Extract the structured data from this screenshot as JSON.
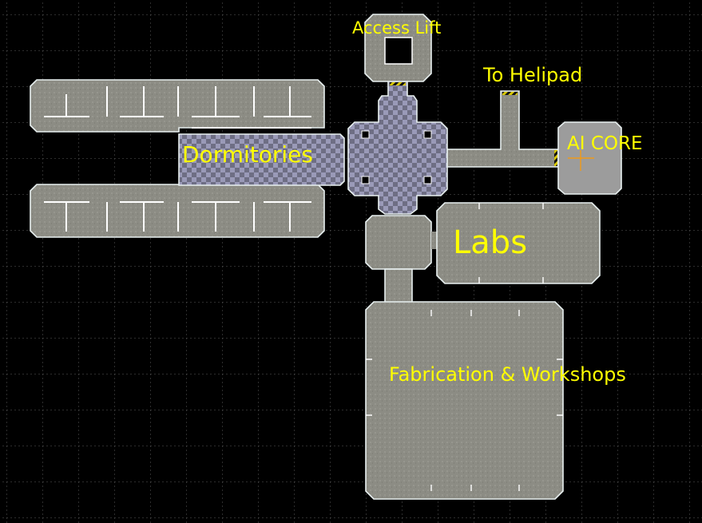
{
  "map": {
    "labels": {
      "access_lift": "Access Lift",
      "to_helipad": "To Helipad",
      "dormitories": "Dormitories",
      "ai_core": "AI CORE",
      "labs": "Labs",
      "fabrication": "Fabrication & Workshops"
    },
    "colors": {
      "background": "#000000",
      "grid": "#5a5a5a",
      "floor": "#8c8c84",
      "ai_core_floor": "#9c9c9c",
      "checker_a": "#6e6e8c",
      "checker_b": "#9a9ab8",
      "label": "#ffff00",
      "hazard": "#d8c800",
      "marker": "#ff9900"
    }
  }
}
